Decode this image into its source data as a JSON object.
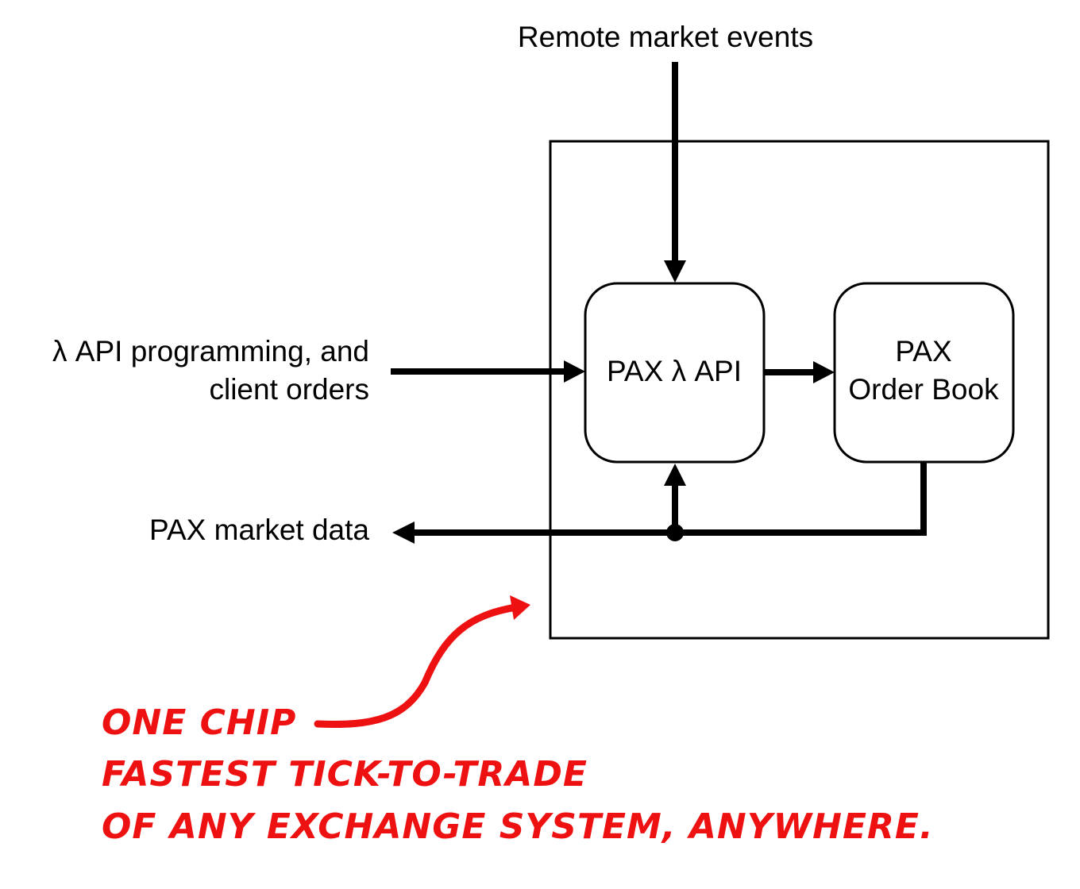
{
  "inputs": {
    "remote_events": "Remote market events",
    "api_line1": "λ API programming, and",
    "api_line2": "client orders"
  },
  "outputs": {
    "market_data": "PAX market data"
  },
  "blocks": {
    "api": "PAX λ API",
    "order_book_line1": "PAX",
    "order_book_line2": "Order Book"
  },
  "annotation": {
    "line1": "ONE CHIP",
    "line2": "FASTEST TICK-TO-TRADE",
    "line3": "OF ANY EXCHANGE SYSTEM, ANYWHERE.",
    "color": "#ee1111"
  }
}
